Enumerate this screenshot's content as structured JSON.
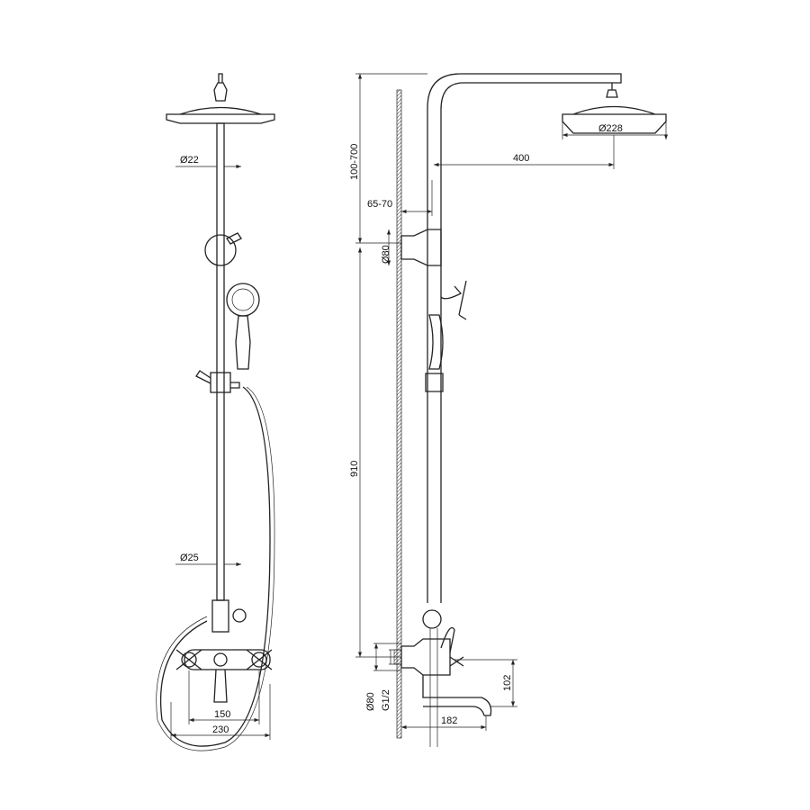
{
  "front_view": {
    "pipe_upper_diameter": "Ø22",
    "pipe_lower_diameter": "Ø25",
    "handle_spacing": "150",
    "mixer_width": "230"
  },
  "side_view": {
    "height_adjust": "100-700",
    "wall_distance": "65-70",
    "bracket_diameter": "Ø80",
    "arm_length": "400",
    "head_diameter": "Ø228",
    "total_height": "910",
    "flange_diameter": "Ø80",
    "thread": "G1/2",
    "spout_reach": "182",
    "spout_height": "102"
  }
}
